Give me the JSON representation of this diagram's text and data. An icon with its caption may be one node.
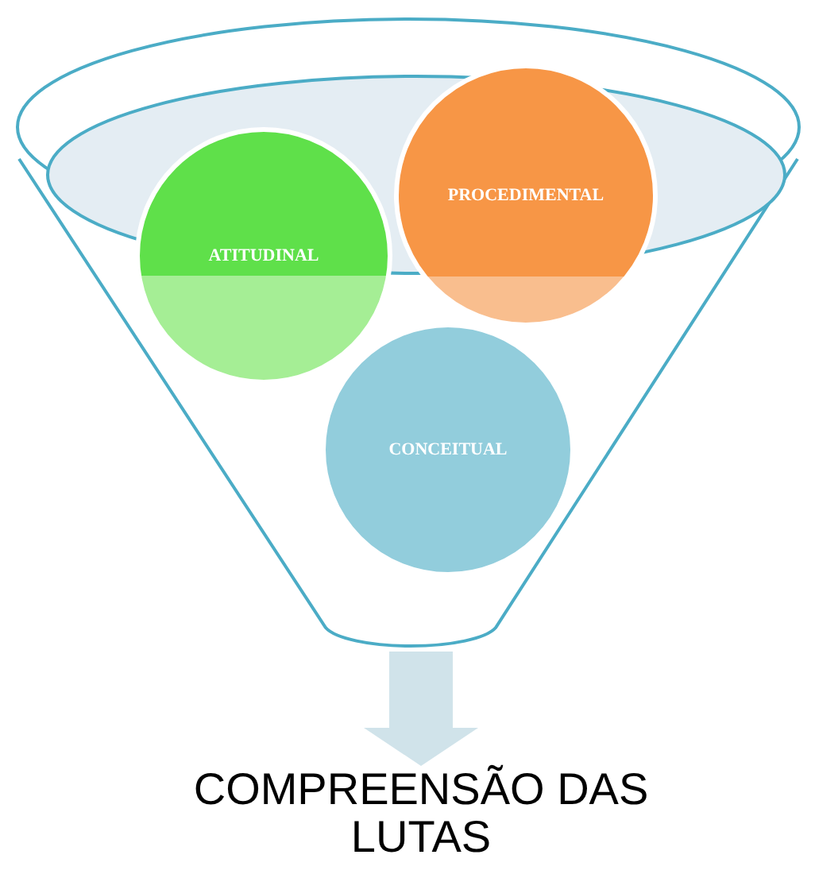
{
  "diagram": {
    "nodes": [
      {
        "text": [],
        "shape": "funnel"
      },
      {
        "text": [
          "ATITUDINAL"
        ],
        "in": 0
      },
      {
        "text": [
          "PROCEDIMENTAL"
        ],
        "in": 0
      },
      {
        "text": [
          "CONCEITUAL"
        ],
        "in": 0
      },
      {
        "text": [
          "COMPREENSÃO DAS LUTAS"
        ]
      }
    ],
    "edges": [
      {
        "from": 0,
        "to": 4,
        "arrow": "to"
      }
    ]
  }
}
